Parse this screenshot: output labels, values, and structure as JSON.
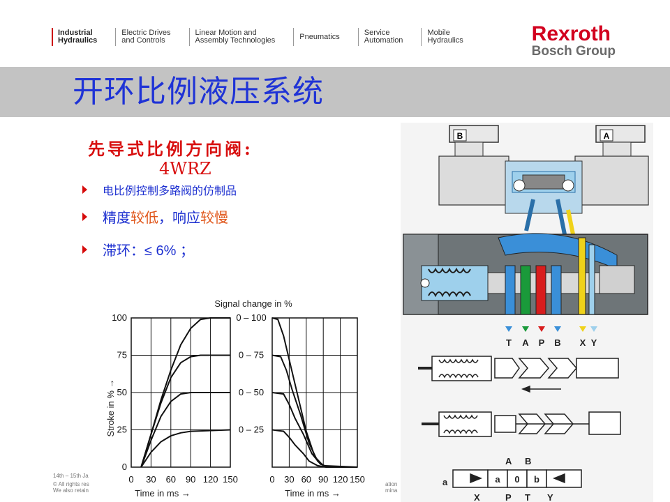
{
  "nav": {
    "items": [
      {
        "line1": "Industrial",
        "line2": "Hydraulics"
      },
      {
        "line1": "Electric Drives",
        "line2": "and Controls"
      },
      {
        "line1": "Linear Motion and",
        "line2": "Assembly Technologies"
      },
      {
        "line1": "",
        "line2": "Pneumatics"
      },
      {
        "line1": "Service",
        "line2": "Automation"
      },
      {
        "line1": "Mobile",
        "line2": "Hydraulics"
      }
    ]
  },
  "brand": {
    "name": "Rexroth",
    "group": "Bosch Group",
    "color": "#d2001e"
  },
  "title": "开环比例液压系统",
  "subtitle": {
    "line1": "先导式比例方向阀:",
    "line2": "4WRZ"
  },
  "bullets": {
    "b1": "电比例控制多路阀的仿制品",
    "b2": {
      "part1": "精度",
      "part2": "较低",
      "part3": "，响应",
      "part4": "较慢"
    },
    "b3": "滞环：≤ 6% ；"
  },
  "chart_data": {
    "type": "line",
    "title": "Signal change in %",
    "ylabel": "Stroke in % →",
    "xlabel": "Time in ms →",
    "x_ticks": [
      "0",
      "30",
      "60",
      "90",
      "120",
      "150"
    ],
    "y_ticks": [
      "0",
      "25",
      "50",
      "75",
      "100"
    ],
    "signal_labels": [
      "0 – 100",
      "0 – 75",
      "0 – 50",
      "0 – 25"
    ],
    "xlim": [
      0,
      150
    ],
    "ylim": [
      0,
      100
    ],
    "rise_series": [
      {
        "x": [
          15,
          30,
          45,
          60,
          75,
          90,
          105,
          120,
          150
        ],
        "y": [
          0,
          22,
          45,
          65,
          82,
          93,
          99,
          100,
          100
        ]
      },
      {
        "x": [
          15,
          30,
          45,
          60,
          75,
          90,
          105,
          150
        ],
        "y": [
          0,
          22,
          43,
          60,
          70,
          74,
          75,
          75
        ]
      },
      {
        "x": [
          15,
          30,
          45,
          60,
          75,
          90,
          105,
          150
        ],
        "y": [
          0,
          18,
          34,
          44,
          49,
          50,
          50,
          50
        ]
      },
      {
        "x": [
          15,
          30,
          45,
          60,
          75,
          90,
          150
        ],
        "y": [
          0,
          10,
          17,
          21,
          23,
          24,
          25
        ]
      }
    ],
    "fall_series": [
      {
        "x": [
          0,
          10,
          20,
          30,
          45,
          60,
          75,
          90,
          150
        ],
        "y": [
          100,
          99,
          88,
          72,
          48,
          24,
          7,
          1,
          0
        ]
      },
      {
        "x": [
          0,
          15,
          25,
          35,
          50,
          65,
          80,
          95,
          150
        ],
        "y": [
          75,
          74,
          65,
          52,
          35,
          16,
          4,
          0,
          0
        ]
      },
      {
        "x": [
          0,
          20,
          30,
          40,
          55,
          70,
          85,
          100,
          150
        ],
        "y": [
          50,
          49,
          42,
          33,
          22,
          9,
          2,
          0,
          0
        ]
      },
      {
        "x": [
          0,
          20,
          30,
          40,
          55,
          65,
          80,
          95,
          150
        ],
        "y": [
          25,
          24,
          20,
          15,
          9,
          4,
          1,
          0,
          0
        ]
      }
    ]
  },
  "valve": {
    "port_b": "B",
    "port_a": "A",
    "port_row": [
      "T",
      "A",
      "P",
      "B",
      "X",
      "Y"
    ],
    "symbol_top": [
      "A",
      "B"
    ],
    "symbol_boxes": [
      "a",
      "0",
      "b"
    ],
    "symbol_side": "a",
    "symbol_bottom": [
      "X",
      "P",
      "T",
      "Y"
    ],
    "colors": {
      "blue": "#3a8fd8",
      "green": "#1a9a3a",
      "red": "#d81d1d",
      "yellow": "#f0d21a",
      "light_blue": "#9ed0ec",
      "body": "#6e7578"
    }
  },
  "footer": {
    "line1": "14th – 15th Ja",
    "line2": "© All rights res",
    "line3": "We also retain",
    "right1": "ation",
    "right2": "mina",
    "page": ")"
  }
}
